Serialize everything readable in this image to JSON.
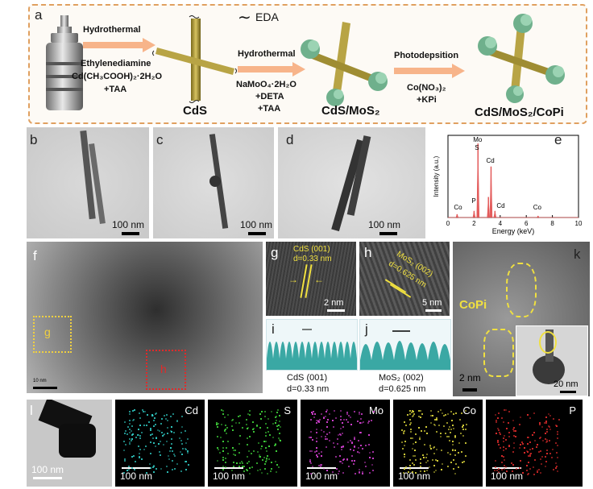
{
  "panels": {
    "a": {
      "letter": "a",
      "legend": "EDA",
      "arrow1_top": "Hydrothermal",
      "arrow1_bottom": [
        "Ethylenediamine",
        "Cd(CH₃COOH)₂·2H₂O",
        "+TAA"
      ],
      "arrow2_top": "Hydrothermal",
      "arrow2_bottom": [
        "NaMoO₄·2H₂O",
        "+DETA",
        "+TAA"
      ],
      "arrow3_top": "Photodepsition",
      "arrow3_bottom": [
        "Co(NO₃)₂",
        "+KPi"
      ],
      "product1": "CdS",
      "product2": "CdS/MoS₂",
      "product3": "CdS/MoS₂/CoPi"
    },
    "b": {
      "letter": "b",
      "scale": "100 nm"
    },
    "c": {
      "letter": "c",
      "scale": "100 nm"
    },
    "d": {
      "letter": "d",
      "scale": "100 nm"
    },
    "e": {
      "letter": "e",
      "ylabel": "Intensity (a.u.)",
      "xlabel": "Energy (keV)",
      "peak_labels": [
        "Mo",
        "S",
        "Cd",
        "Co",
        "P",
        "Cd",
        "Co"
      ]
    },
    "f": {
      "letter": "f",
      "box_g": "g",
      "box_h": "h",
      "scale": "10 nm"
    },
    "g": {
      "letter": "g",
      "label1": "CdS (001)",
      "label2": "d=0.33 nm",
      "scale": "2 nm"
    },
    "h": {
      "letter": "h",
      "label1": "MoS₂ (002)",
      "label2": "d=0.625 nm",
      "scale": "5 nm"
    },
    "i": {
      "letter": "i",
      "caption1": "CdS (001)",
      "caption2": "d=0.33 nm"
    },
    "j": {
      "letter": "j",
      "caption1": "MoS₂ (002)",
      "caption2": "d=0.625 nm"
    },
    "k": {
      "letter": "k",
      "label": "CoPi",
      "scale": "2 nm",
      "inset_scale": "20 nm"
    },
    "l": {
      "letter": "l",
      "scale": "100 nm",
      "maps": [
        {
          "element": "Cd",
          "scale": "100 nm",
          "color": "#2fc7c0"
        },
        {
          "element": "S",
          "scale": "100 nm",
          "color": "#3fd23a"
        },
        {
          "element": "Mo",
          "scale": "100 nm",
          "color": "#d23fd0"
        },
        {
          "element": "Co",
          "scale": "100 nm",
          "color": "#d8d23a"
        },
        {
          "element": "P",
          "scale": "100 nm",
          "color": "#d82a2a"
        }
      ]
    }
  },
  "chart_data": {
    "type": "bar",
    "xlabel": "Energy (keV)",
    "ylabel": "Intensity (a.u.)",
    "xlim": [
      0,
      10
    ],
    "xticks": [
      0,
      2,
      4,
      6,
      8,
      10
    ],
    "x": [
      0.7,
      2.0,
      2.3,
      3.1,
      3.3,
      3.6,
      6.9
    ],
    "values": [
      0.04,
      0.08,
      0.9,
      0.25,
      0.62,
      0.08,
      0.02
    ],
    "labels": [
      "Co",
      "P",
      "Mo S",
      "Cd",
      "Cd",
      "Cd",
      "Co"
    ],
    "color": "#e35b5b"
  }
}
